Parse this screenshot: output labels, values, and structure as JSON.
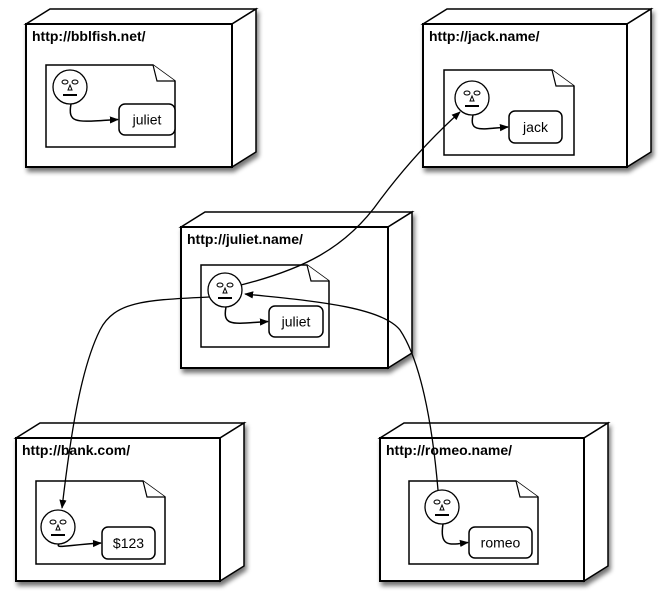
{
  "diagram": {
    "type": "deployment-network",
    "nodes": [
      {
        "id": "bblfish",
        "title": "http://bblfish.net/",
        "person_label": "juliet"
      },
      {
        "id": "jack",
        "title": "http://jack.name/",
        "person_label": "jack"
      },
      {
        "id": "juliet",
        "title": "http://juliet.name/",
        "person_label": "juliet"
      },
      {
        "id": "bank",
        "title": "http://bank.com/",
        "person_label": "$123"
      },
      {
        "id": "romeo",
        "title": "http://romeo.name/",
        "person_label": "romeo"
      }
    ],
    "edges": [
      {
        "from": "juliet",
        "to": "jack",
        "directed": true
      },
      {
        "from": "juliet",
        "to": "bank",
        "directed": true
      },
      {
        "from": "romeo",
        "to": "juliet",
        "directed": true
      }
    ],
    "icons": {
      "person": "face-icon",
      "document": "document-icon",
      "server": "server-node-icon"
    }
  }
}
